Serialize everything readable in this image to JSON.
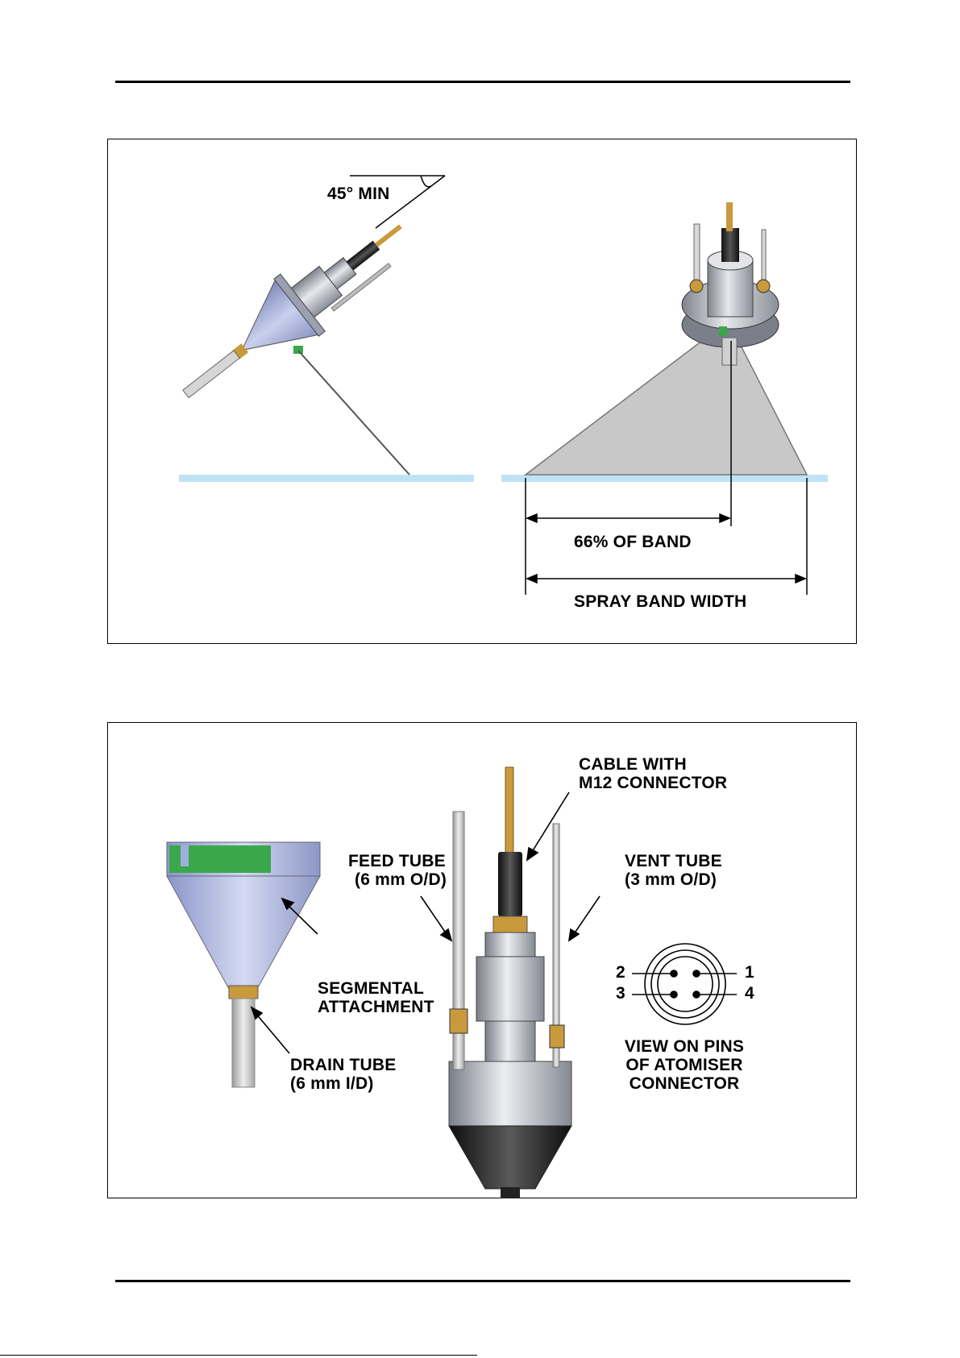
{
  "figure1": {
    "angle_label": "45° MIN",
    "band_percent_label": "66% OF BAND",
    "band_width_label": "SPRAY BAND WIDTH"
  },
  "figure2": {
    "cable_label_line1": "CABLE WITH",
    "cable_label_line2": "M12 CONNECTOR",
    "feed_tube_line1": "FEED TUBE",
    "feed_tube_line2": "(6 mm O/D)",
    "vent_tube_line1": "VENT TUBE",
    "vent_tube_line2": "(3 mm O/D)",
    "segmental_line1": "SEGMENTAL",
    "segmental_line2": "ATTACHMENT",
    "drain_tube_line1": "DRAIN TUBE",
    "drain_tube_line2": "(6 mm I/D)",
    "pin_1": "1",
    "pin_2": "2",
    "pin_3": "3",
    "pin_4": "4",
    "connector_line1": "VIEW ON PINS",
    "connector_line2": "OF ATOMISER",
    "connector_line3": "CONNECTOR"
  },
  "colors": {
    "spray_fill": "#c8c8c8",
    "water_band": "#bfe3f5",
    "metal": "#b9bcc4",
    "cone": "#a8b2dc",
    "green": "#3aa84a",
    "brass": "#c99a3c"
  }
}
